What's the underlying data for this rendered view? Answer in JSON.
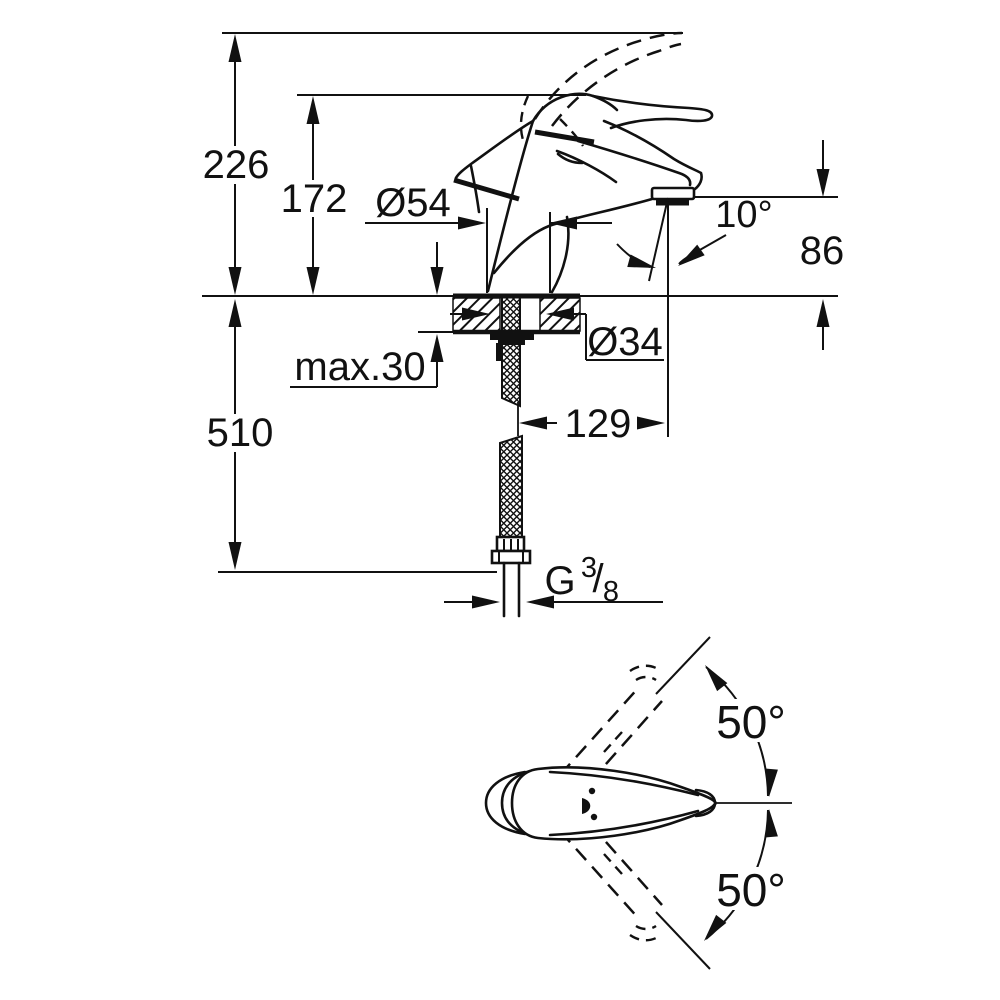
{
  "drawing": {
    "type": "faucet-installation-technical-drawing",
    "colors": {
      "ink": "#111111",
      "background": "#ffffff"
    },
    "side_view": {
      "height_total": "226",
      "height_to_spout": "172",
      "body_diameter": "Ø54",
      "spout_angle": "10°",
      "outlet_height": "86",
      "hole_diameter": "Ø34",
      "deck_thickness": "max.30",
      "hose_length": "510",
      "spout_reach": "129",
      "thread_prefix": "G",
      "thread_numerator": "3",
      "thread_slash": "/",
      "thread_denominator": "8"
    },
    "top_view": {
      "swivel_upper": "50°",
      "swivel_lower": "50°"
    }
  }
}
